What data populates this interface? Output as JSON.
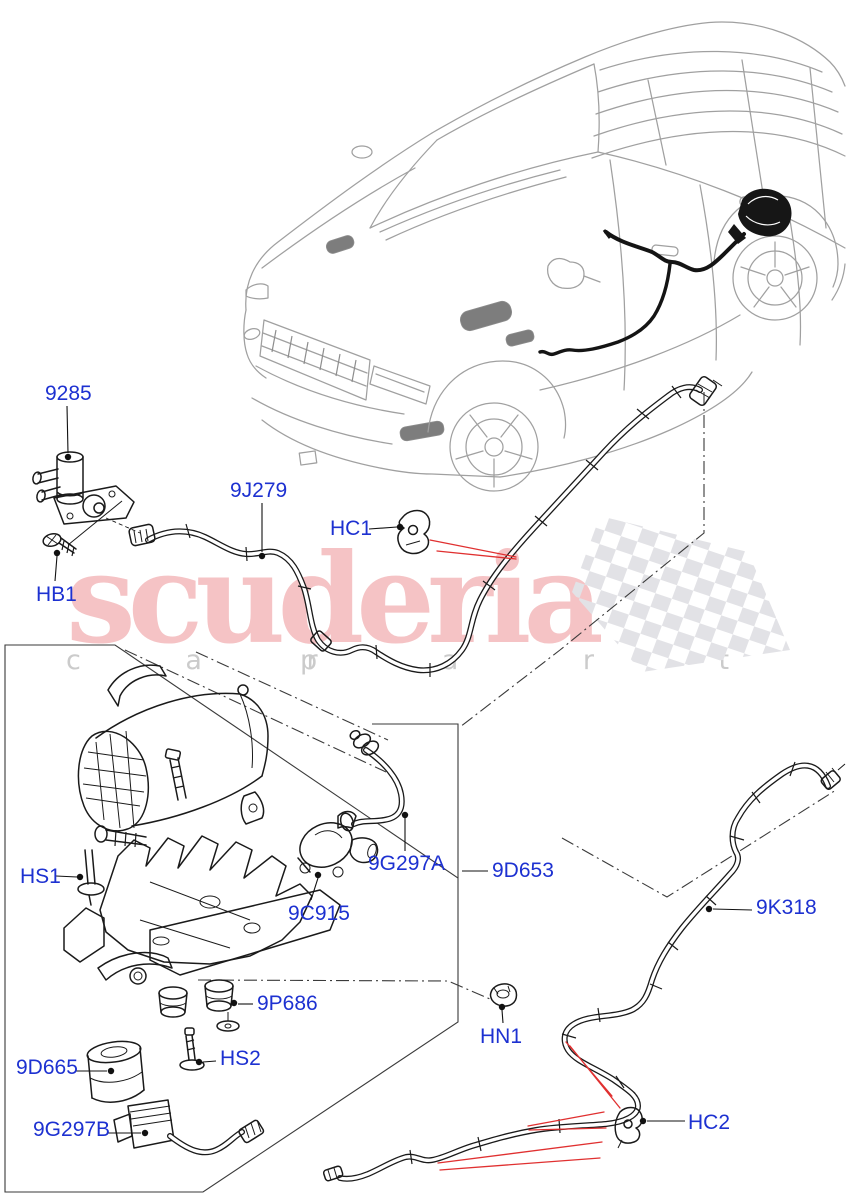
{
  "watermark": {
    "brand": "scuderia",
    "tagline_left": "c a r",
    "tagline_right": "p a r t s",
    "brand_color": "#f5c3c5",
    "tagline_color": "#cbcbcb",
    "flag_color": "#e2e2e6"
  },
  "colors": {
    "label_blue": "#1d31d1",
    "pointer_red": "#e03030",
    "part_line": "#1a1a1a",
    "vehicle_line": "#a0a0a0"
  },
  "callouts": [
    {
      "id": "9285",
      "text": "9285"
    },
    {
      "id": "9J279",
      "text": "9J279"
    },
    {
      "id": "HC1",
      "text": "HC1"
    },
    {
      "id": "HB1",
      "text": "HB1"
    },
    {
      "id": "HS1",
      "text": "HS1"
    },
    {
      "id": "9G297A",
      "text": "9G297A"
    },
    {
      "id": "9C915",
      "text": "9C915"
    },
    {
      "id": "9D653",
      "text": "9D653"
    },
    {
      "id": "9K318",
      "text": "9K318"
    },
    {
      "id": "9P686",
      "text": "9P686"
    },
    {
      "id": "HN1",
      "text": "HN1"
    },
    {
      "id": "9D665",
      "text": "9D665"
    },
    {
      "id": "HS2",
      "text": "HS2"
    },
    {
      "id": "9G297B",
      "text": "9G297B"
    },
    {
      "id": "HC2",
      "text": "HC2"
    }
  ]
}
